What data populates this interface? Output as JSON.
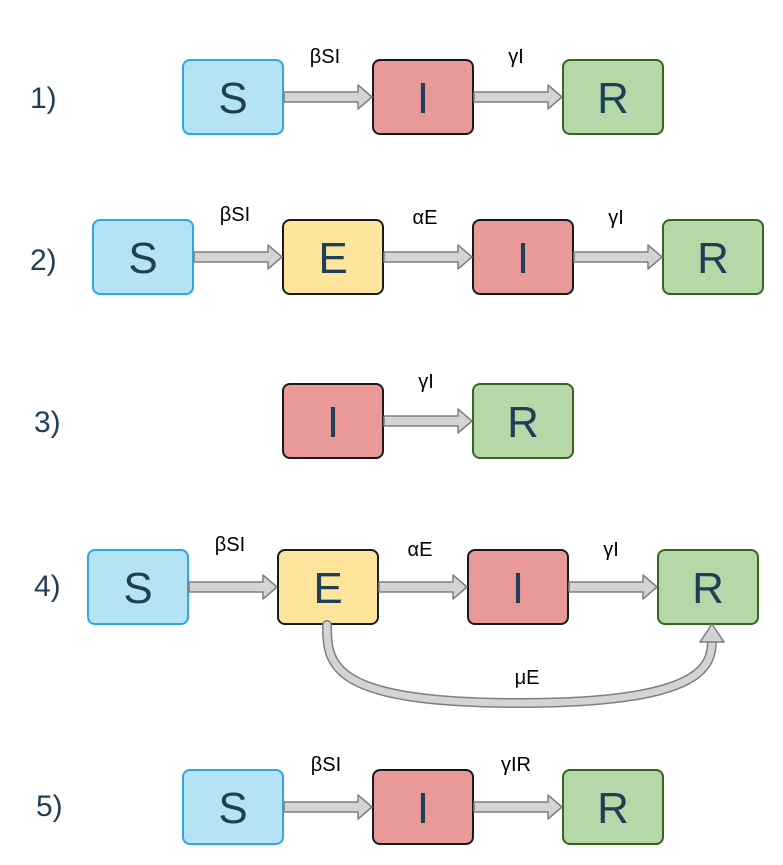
{
  "colors": {
    "S": {
      "fill": "#b3e3f5",
      "stroke": "#2da8de"
    },
    "E": {
      "fill": "#fde59c",
      "stroke": "#1a1a1a"
    },
    "I": {
      "fill": "#ea9999",
      "stroke": "#1a1a1a"
    },
    "R": {
      "fill": "#b6d7a8",
      "stroke": "#37641f"
    },
    "arrow_fill": "#d4d4d4",
    "arrow_stroke": "#7f7f7f"
  },
  "models": [
    {
      "number": "1)",
      "boxes": [
        "S",
        "I",
        "R"
      ],
      "rates": [
        "βSI",
        "γI"
      ]
    },
    {
      "number": "2)",
      "boxes": [
        "S",
        "E",
        "I",
        "R"
      ],
      "rates": [
        "βSI",
        "αE",
        "γI"
      ]
    },
    {
      "number": "3)",
      "boxes": [
        "I",
        "R"
      ],
      "rates": [
        "γI"
      ]
    },
    {
      "number": "4)",
      "boxes": [
        "S",
        "E",
        "I",
        "R"
      ],
      "rates": [
        "βSI",
        "αE",
        "γI"
      ],
      "extra_rate": "μE"
    },
    {
      "number": "5)",
      "boxes": [
        "S",
        "I",
        "R"
      ],
      "rates": [
        "βSI",
        "γIR"
      ]
    }
  ]
}
